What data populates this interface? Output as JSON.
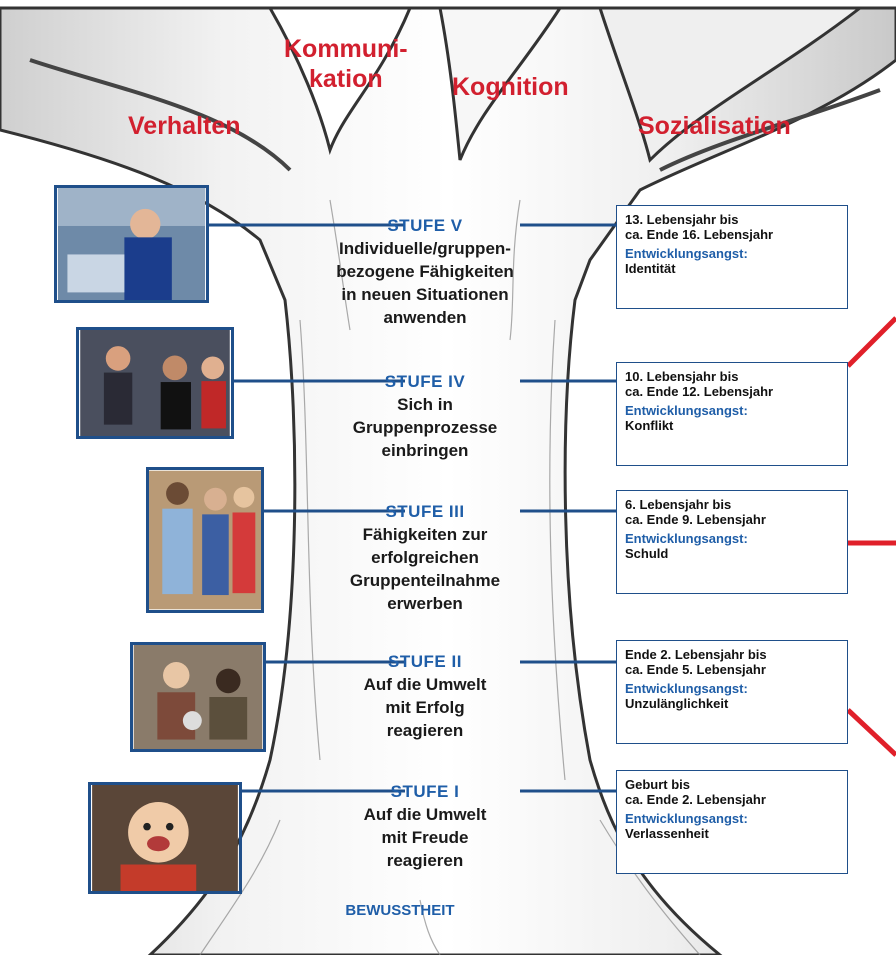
{
  "branches": {
    "verhalten": "Verhalten",
    "kommunikation": "Kommuni-\nkation",
    "kognition": "Kognition",
    "sozialisation": "Sozialisation"
  },
  "stages": [
    {
      "title": "STUFE V",
      "description": "Individuelle/gruppen-\nbezogene Fähigkeiten\nin neuen Situationen\nanwenden",
      "age": "13. Lebensjahr bis\nca. Ende 16. Lebensjahr",
      "anxiety_label": "Entwicklungsangst:",
      "anxiety": "Identität"
    },
    {
      "title": "STUFE IV",
      "description": "Sich in\nGruppenprozesse\neinbringen",
      "age": "10. Lebensjahr bis\nca. Ende 12. Lebensjahr",
      "anxiety_label": "Entwicklungsangst:",
      "anxiety": "Konflikt"
    },
    {
      "title": "STUFE III",
      "description": "Fähigkeiten zur\nerfolgreichen\nGruppenteilnahme\nerwerben",
      "age": "6. Lebensjahr bis\nca. Ende 9. Lebensjahr",
      "anxiety_label": "Entwicklungsangst:",
      "anxiety": "Schuld"
    },
    {
      "title": "STUFE II",
      "description": "Auf die Umwelt\nmit Erfolg\nreagieren",
      "age": "Ende 2. Lebensjahr bis\nca. Ende 5. Lebensjahr",
      "anxiety_label": "Entwicklungsangst:",
      "anxiety": "Unzulänglichkeit"
    },
    {
      "title": "STUFE I",
      "description": "Auf die Umwelt\nmit Freude\nreagieren",
      "age": "Geburt bis\nca. Ende 2. Lebensjahr",
      "anxiety_label": "Entwicklungsangst:",
      "anxiety": "Verlassenheit"
    }
  ],
  "root_label": "BEWUSSTHEIT",
  "colors": {
    "branch_text": "#d2202f",
    "stage_title": "#1f5ea8",
    "frame": "#1f4f8a",
    "accent_line": "#e0202a"
  }
}
